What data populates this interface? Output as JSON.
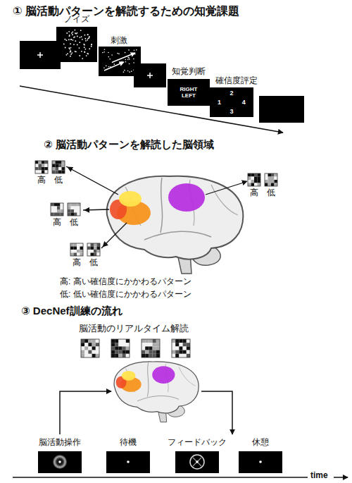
{
  "diagram": {
    "nodes": [
      {
        "text": [
          "RIGHT LEFT"
        ]
      },
      {
        "text": [
          "2",
          "1",
          "4",
          "3"
        ]
      }
    ],
    "labels": [
      "① 脳活動パターンを解読するための知覚課題",
      "ノイズ",
      "刺激",
      "知覚判断",
      "確信度評定",
      "② 脳活動パターンを解読した脳領域",
      "高",
      "低",
      "高",
      "低",
      "高",
      "低",
      "高",
      "低",
      "高: 高い確信度にかかわるパターン",
      "低: 低い確信度にかかわるパターン",
      "③ DecNef訓練の流れ",
      "脳活動のリアルタイム解読",
      "脳活動操作",
      "待機",
      "フィードバック",
      "休憩",
      "time"
    ]
  }
}
